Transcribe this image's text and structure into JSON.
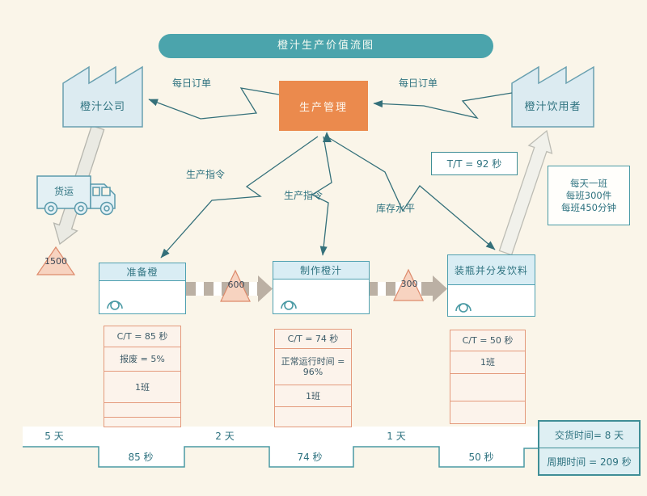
{
  "title": "橙汁生产价值流图",
  "external": {
    "supplier": "橙汁公司",
    "customer": "橙汁饮用者"
  },
  "production_control": "生产管理",
  "info_flows": {
    "daily_order_left": "每日订单",
    "daily_order_right": "每日订单",
    "prod_order_left": "生产指令",
    "prod_order_mid": "生产指令",
    "inventory_level": "库存水平"
  },
  "takt_box": "T/T = 92 秒",
  "shift_box": {
    "lines": [
      "每天一班",
      "每班300件",
      "每班450分钟"
    ]
  },
  "freight": "货运",
  "inventory": {
    "raw": "1500",
    "wip1": "600",
    "wip2": "300"
  },
  "processes": [
    {
      "title": "准备橙",
      "rows": [
        "C/T = 85 秒",
        "报废 = 5%",
        "1班",
        "",
        ""
      ]
    },
    {
      "title": "制作橙汁",
      "rows": [
        "C/T = 74 秒",
        "正常运行时间 = 96%",
        "1班",
        ""
      ]
    },
    {
      "title": "装瓶并分发饮料",
      "rows": [
        "C/T = 50 秒",
        "1班",
        "",
        ""
      ]
    }
  ],
  "timeline": {
    "wait_labels": [
      "5 天",
      "2 天",
      "1 天"
    ],
    "process_labels": [
      "85 秒",
      "74 秒",
      "50 秒"
    ],
    "lead_time": "交货时间= 8 天",
    "cycle_time": "周期时间 = 209 秒"
  },
  "colors": {
    "accent_teal": "#4BA4AC",
    "production_orange": "#EB8A4D",
    "inventory_salmon": "#F7D3C0",
    "data_border_salmon": "#E49A7C",
    "line_teal": "#34707A"
  }
}
